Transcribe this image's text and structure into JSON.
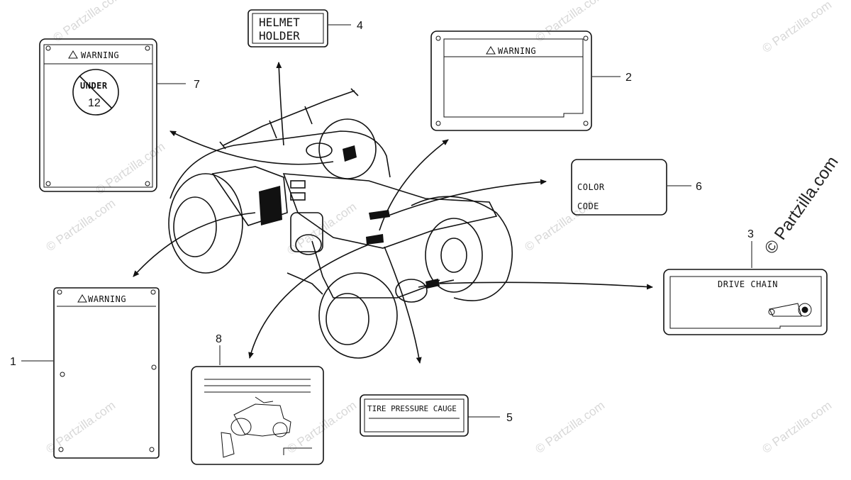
{
  "callouts": {
    "c1": "1",
    "c2": "2",
    "c3": "3",
    "c4": "4",
    "c5": "5",
    "c6": "6",
    "c7": "7",
    "c8": "8"
  },
  "labels": {
    "warning": "WARNING",
    "under": "UNDER",
    "twelve": "12",
    "helmet_line1": "HELMET",
    "helmet_line2": "HOLDER",
    "color": "COLOR",
    "code": "CODE",
    "drive_chain": "DRIVE CHAIN",
    "tire_pressure": "TIRE PRESSURE CAUGE"
  },
  "watermark": {
    "text": "© Partzilla.com",
    "side_text": "© Partzilla.com"
  },
  "colors": {
    "ink": "#111111",
    "watermark": "#d8d8d8",
    "background": "#ffffff"
  }
}
